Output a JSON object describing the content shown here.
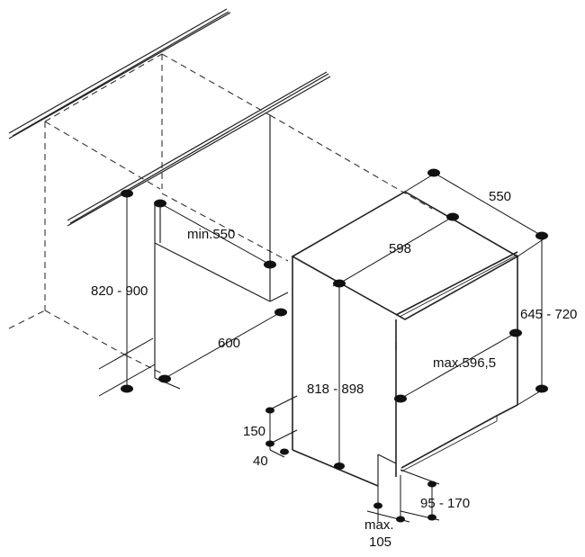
{
  "dimensions": {
    "depth": "550",
    "width": "598",
    "height_range": "645 - 720",
    "door_max": "max.596,5",
    "niche_depth": "min.550",
    "niche_width": "600",
    "niche_height": "820 - 900",
    "installed_height": "818 - 898",
    "dim_150": "150",
    "dim_40": "40",
    "plinth": "95 - 170",
    "max_line1": "max.",
    "max_line2": "105"
  }
}
